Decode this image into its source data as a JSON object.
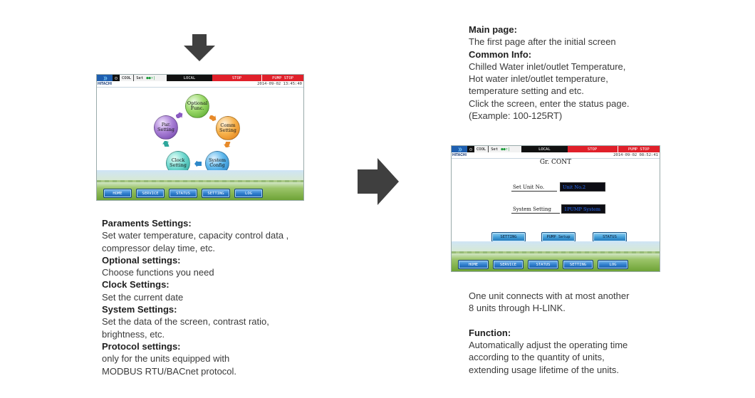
{
  "colors": {
    "arrow": "#3f3f3f",
    "topbar_red": "#e0202a",
    "button_blue": "#2d7ccc"
  },
  "screen1": {
    "status": {
      "mode": "COOL",
      "set_label": "Set",
      "set_dots": "●●↑|",
      "location": "LOCAL",
      "state": "STOP",
      "pump": "PUMP STOP"
    },
    "brand": "HITACHI",
    "datetime": "2014-09-02 13:45:40",
    "menu": {
      "optional": [
        "Optional",
        "Func."
      ],
      "comm": [
        "Comm",
        "Setting"
      ],
      "system": [
        "System",
        "Config"
      ],
      "clock": [
        "Clock",
        "Setting"
      ],
      "par": [
        "Par.",
        "Setting"
      ]
    },
    "nav": [
      "HOME",
      "SERVICE",
      "STATUS",
      "SETTING",
      "LOG"
    ]
  },
  "screen2": {
    "status": {
      "mode": "COOL",
      "set_label": "Set",
      "set_dots": "●●↑|",
      "location": "LOCAL",
      "state": "STOP",
      "pump": "PUMP STOP"
    },
    "brand": "HITACHI",
    "datetime": "2014-09-02 08:52:41",
    "title": "Gr. CONT",
    "unit_label": "Set Unit No.",
    "unit_value": "Unit No.2",
    "system_label": "System Setting",
    "system_value": "1PUMP System",
    "buttons": [
      "SETTING",
      "PUMP Setup",
      "STATUS"
    ],
    "nav": [
      "HOME",
      "SERVICE",
      "STATUS",
      "SETTING",
      "LOG"
    ]
  },
  "left_text": [
    {
      "h": "Paraments Settings:",
      "lines": [
        "Set water temperature, capacity control data ,",
        "compressor delay time, etc."
      ]
    },
    {
      "h": "Optional settings:",
      "lines": [
        "Choose functions you need"
      ]
    },
    {
      "h": "Clock Settings:",
      "lines": [
        "Set the current date"
      ]
    },
    {
      "h": "System Settings:",
      "lines": [
        "Set the data of the screen, contrast ratio,",
        "brightness, etc."
      ]
    },
    {
      "h": "Protocol settings:",
      "lines": [
        "only for the units equipped with",
        "MODBUS RTU/BACnet protocol."
      ]
    }
  ],
  "right_top": {
    "main_h": "Main page:",
    "main_line": "The first page after the initial screen",
    "common_h": "Common Info:",
    "common_lines": [
      "Chilled Water inlet/outlet Temperature,",
      "Hot water inlet/outlet temperature,",
      "temperature setting and etc.",
      "Click the screen, enter the status page.",
      "(Example: 100-125RT)"
    ]
  },
  "right_bottom": {
    "intro": [
      "One unit connects with at most another",
      "8 units through H-LINK."
    ],
    "func_h": "Function:",
    "func_lines": [
      "Automatically adjust the operating time",
      "according to the quantity of units,",
      "extending usage lifetime of the units."
    ]
  }
}
